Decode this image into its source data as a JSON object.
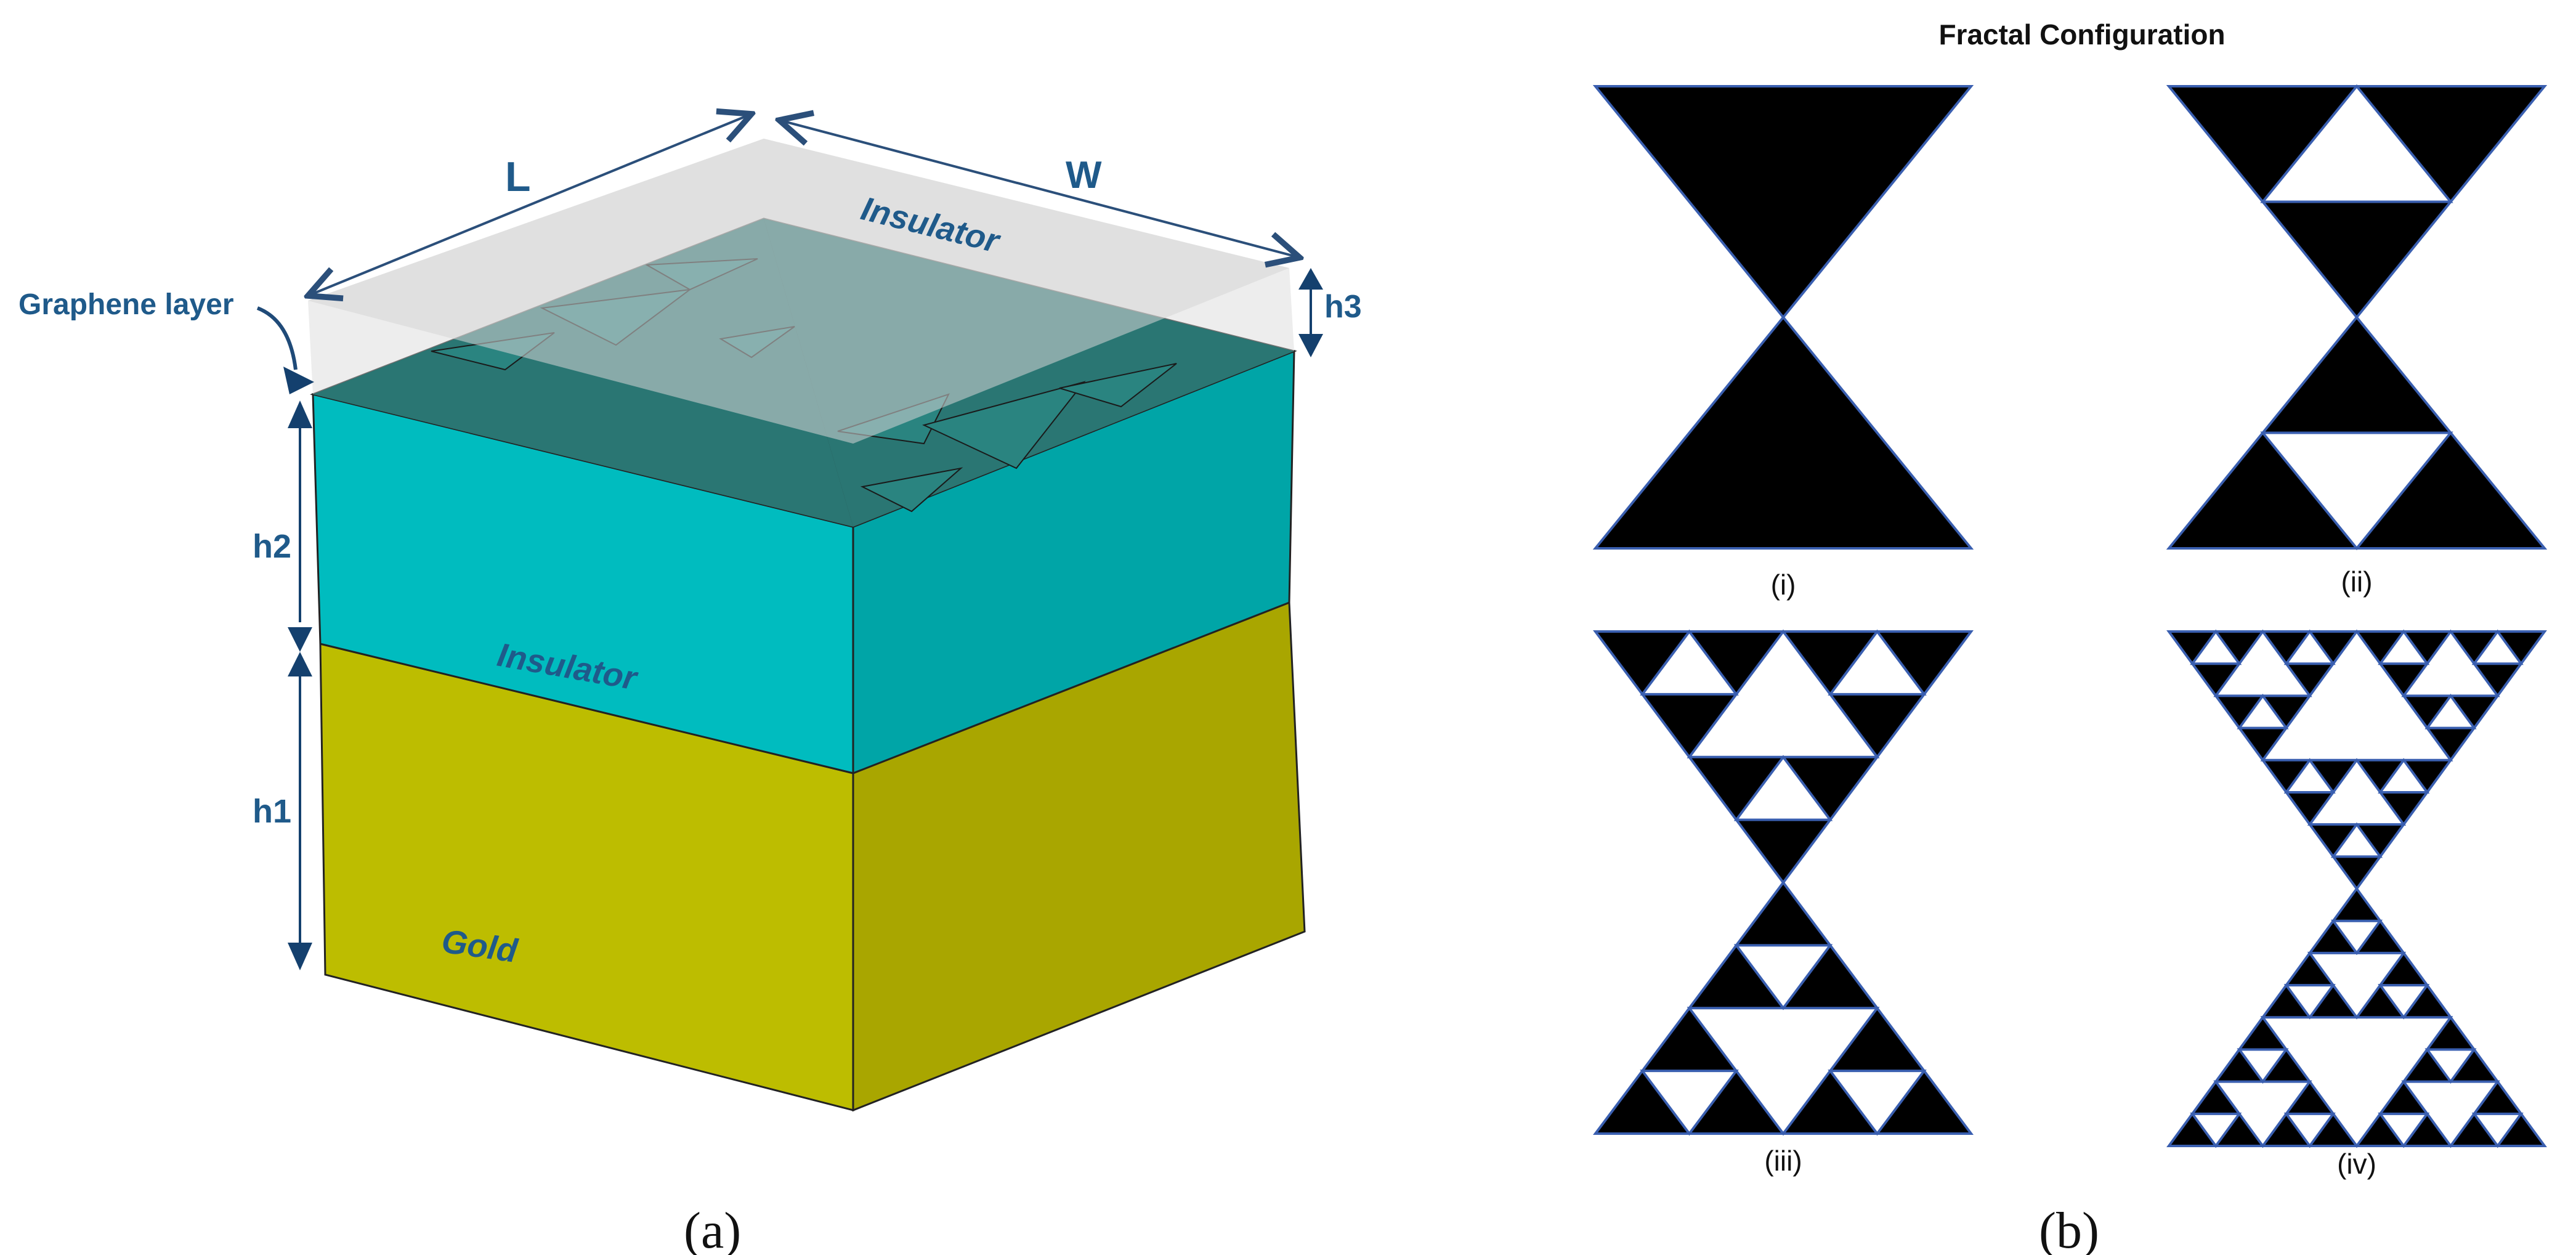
{
  "panel_a": {
    "dimension_labels": {
      "length": "L",
      "width": "W",
      "h1": "h1",
      "h2": "h2",
      "h3": "h3"
    },
    "layers": {
      "top_insulator": "Insulator",
      "middle_insulator": "Insulator",
      "base": "Gold",
      "graphene": "Graphene layer"
    },
    "colors": {
      "top_insulator": "#d6d6d6",
      "insulator_front": "#00bcbf",
      "insulator_right": "#00a5a7",
      "gold_front": "#bdbd00",
      "gold_right": "#a9a600",
      "graphene_dark": "#2b2b2b",
      "graphene_teal": "#2a8480",
      "label_blue": "#1f5a8a"
    },
    "caption": "(a)"
  },
  "panel_b": {
    "title": "Fractal Configuration",
    "fractal_labels": [
      "(i)",
      "(ii)",
      "(iii)",
      "(iv)"
    ],
    "fractal_iterations": [
      0,
      1,
      2,
      3
    ],
    "colors": {
      "fill": "#000000",
      "outline": "#3a5fb0"
    },
    "caption": "(b)"
  }
}
